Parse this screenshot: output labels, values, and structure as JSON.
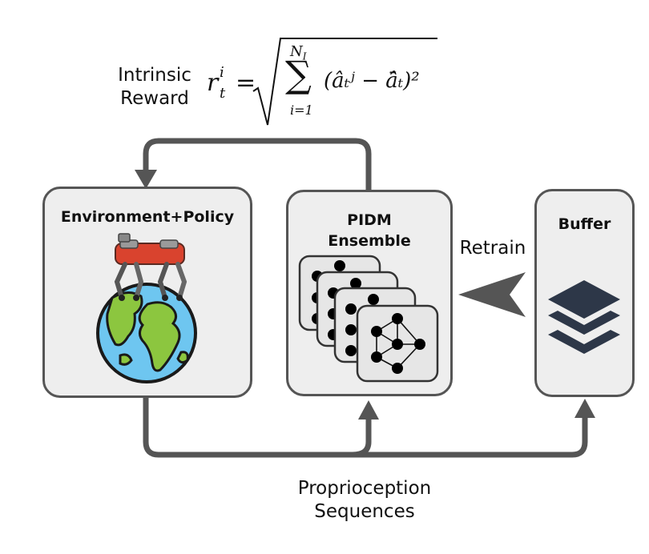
{
  "reward": {
    "label_line1": "Intrinsic",
    "label_line2": "Reward",
    "formula_lhs": "r",
    "formula_sup": "i",
    "formula_sub": "t",
    "formula_eq": "=",
    "sum_upper": "N",
    "sum_upper_sub": "I",
    "sum_lower": "i=1",
    "sum_body": "(âₜʲ − ā̂ₜ)²"
  },
  "boxes": {
    "env_policy": {
      "title": "Environment+Policy"
    },
    "pidm": {
      "title_line1": "PIDM",
      "title_line2": "Ensemble"
    },
    "buffer": {
      "title": "Buffer"
    }
  },
  "arrows": {
    "retrain": "Retrain"
  },
  "bottom_label": {
    "line1": "Proprioception",
    "line2": "Sequences"
  },
  "colors": {
    "box_fill": "#eeeeee",
    "box_border": "#555555",
    "arrow": "#555555",
    "network_card": "#e6e6e6",
    "node": "#000000",
    "ocean": "#6ec6f0",
    "land": "#8cc63f",
    "robot_red": "#d9432e",
    "buffer_stack": "#2d3748"
  }
}
